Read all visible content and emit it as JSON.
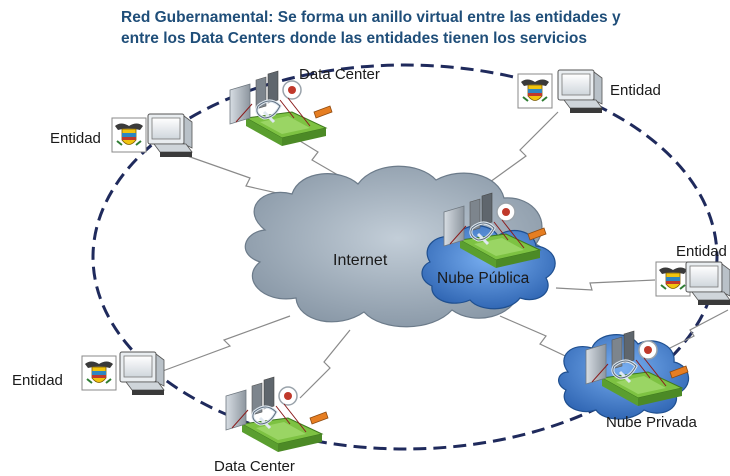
{
  "title": {
    "line1": "Red Gubernamental:  Se forma un anillo virtual entre las entidades y",
    "line2": "entre los Data Centers donde las entidades tienen los servicios"
  },
  "labels": {
    "internet": "Internet",
    "public_cloud": "Nube Pública",
    "private_cloud": "Nube Privada",
    "datacenter_top": "Data Center",
    "datacenter_bottom": "Data Center",
    "entity_top_left": "Entidad",
    "entity_top_right": "Entidad",
    "entity_mid_right": "Entidad",
    "entity_bottom_left": "Entidad"
  },
  "colors": {
    "ring": "#1f2a5c",
    "title": "#1f4e79",
    "internet_cloud": "#9aa8b6",
    "public_cloud": "#3f7fd0",
    "private_cloud": "#3f7fd0",
    "server_green": "#7dc242",
    "link": "#8a8a8a"
  },
  "icons": [
    "computer-icon",
    "coat-of-arms-icon",
    "server-rack-icon",
    "router-icon",
    "cloud-icon"
  ]
}
